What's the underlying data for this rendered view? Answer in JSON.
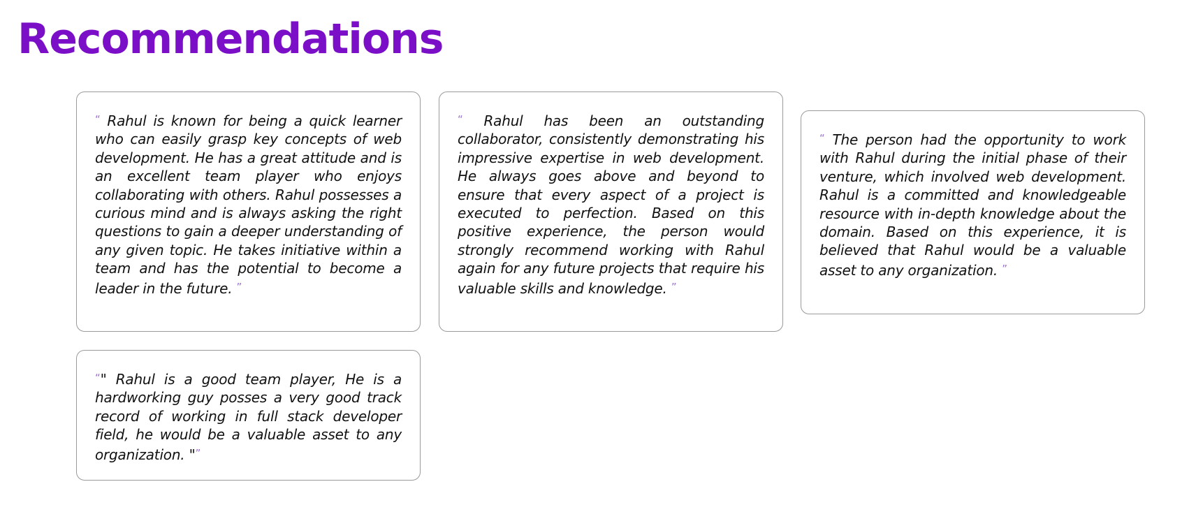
{
  "page": {
    "title": "Recommendations",
    "colors": {
      "accent": "#7a0fc7",
      "quote_mark": "#9b6fd6",
      "card_border": "#9a9a9a",
      "text": "#111111"
    }
  },
  "quote_marks": {
    "open": "“",
    "close": "”"
  },
  "recommendations": [
    {
      "text": " Rahul is known for being a quick learner who can easily grasp key concepts of web development. He has a great attitude and is an excellent team player who enjoys collaborating with others. Rahul possesses a curious mind and is always asking the right questions to gain a deeper understanding of any given topic. He takes initiative within a team and has the potential to become a leader in the future. "
    },
    {
      "text": " Rahul has been an outstanding collaborator, consistently demonstrating his impressive expertise in web development. He always goes above and beyond to ensure that every aspect of a project is executed to perfection. Based on this positive experience, the person would strongly recommend working with Rahul again for any future projects that require his valuable skills and knowledge. "
    },
    {
      "text": " The person had the opportunity to work with Rahul during the initial phase of their venture, which involved web development. Rahul is a committed and knowledgeable resource with in-depth knowledge about the domain. Based on this experience, it is believed that Rahul would be a valuable asset to any organization. "
    },
    {
      "text": "\" Rahul is a good team player, He is a hardworking guy posses a very good track record of working in full stack developer field, he would be a valuable asset to any organization. \""
    }
  ]
}
